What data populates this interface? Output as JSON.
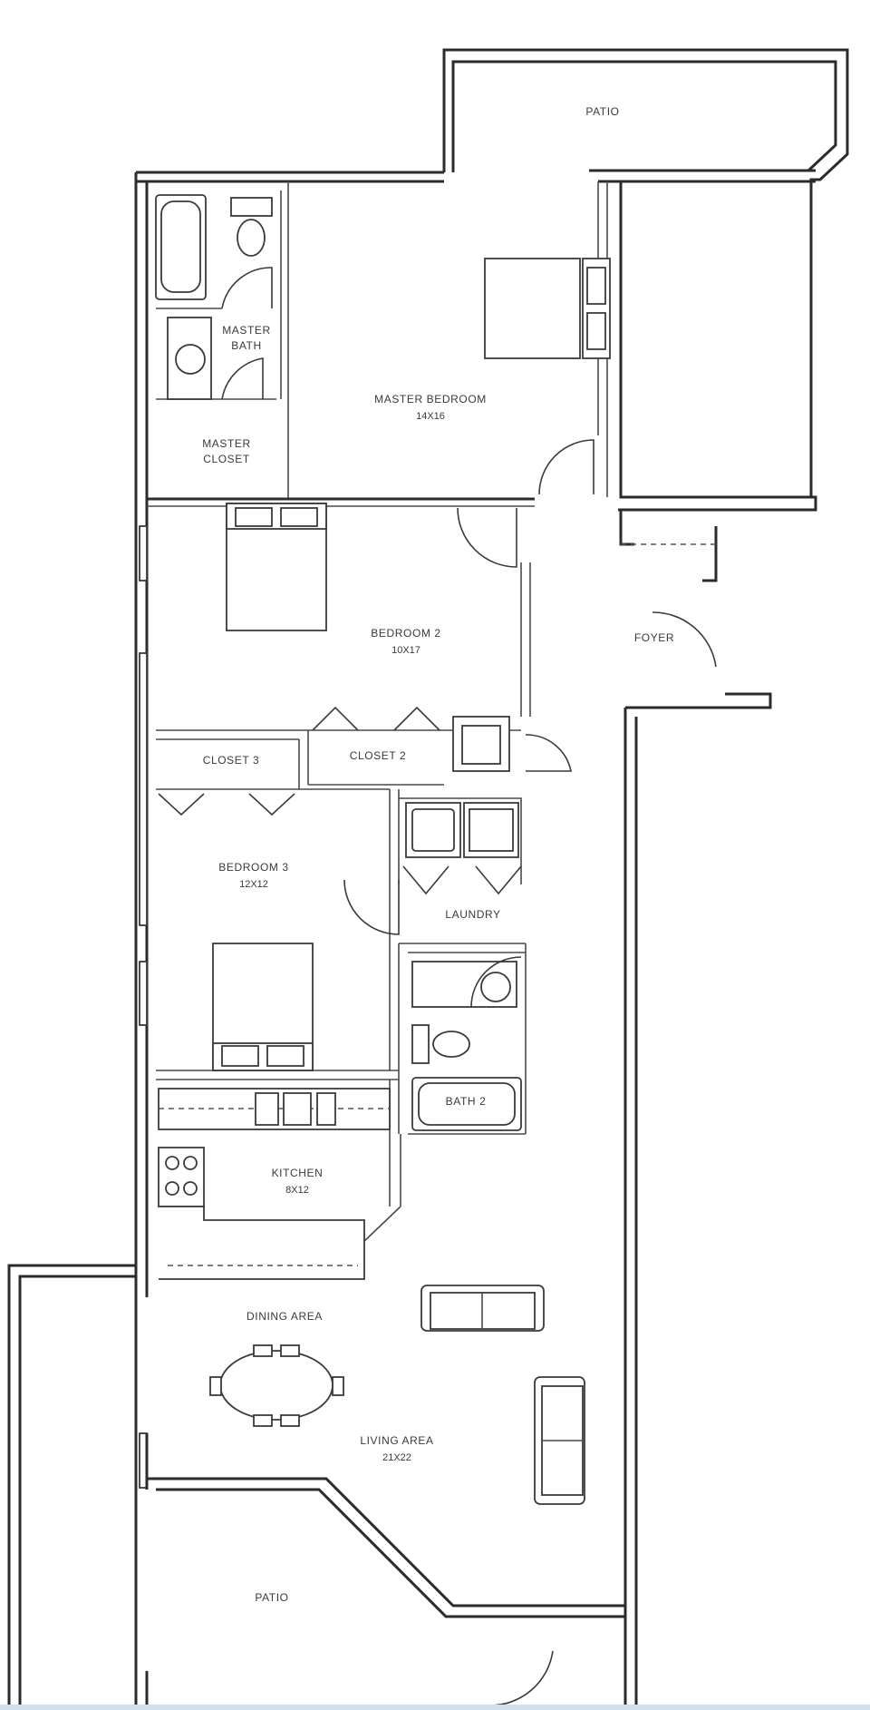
{
  "rooms": {
    "patio_top": {
      "name": "PATIO"
    },
    "master_bath": {
      "name_line1": "MASTER",
      "name_line2": "BATH"
    },
    "master_bedroom": {
      "name": "MASTER BEDROOM",
      "size": "14X16"
    },
    "master_closet": {
      "name_line1": "MASTER",
      "name_line2": "CLOSET"
    },
    "bedroom_2": {
      "name": "BEDROOM 2",
      "size": "10X17"
    },
    "foyer": {
      "name": "FOYER"
    },
    "closet_3": {
      "name": "CLOSET 3"
    },
    "closet_2": {
      "name": "CLOSET 2"
    },
    "bedroom_3": {
      "name": "BEDROOM 3",
      "size": "12X12"
    },
    "laundry": {
      "name": "LAUNDRY"
    },
    "bath_2": {
      "name": "BATH 2"
    },
    "kitchen": {
      "name": "KITCHEN",
      "size": "8X12"
    },
    "dining_area": {
      "name": "DINING AREA"
    },
    "living_area": {
      "name": "LIVING AREA",
      "size": "21X22"
    },
    "patio_bottom": {
      "name": "PATIO"
    }
  }
}
